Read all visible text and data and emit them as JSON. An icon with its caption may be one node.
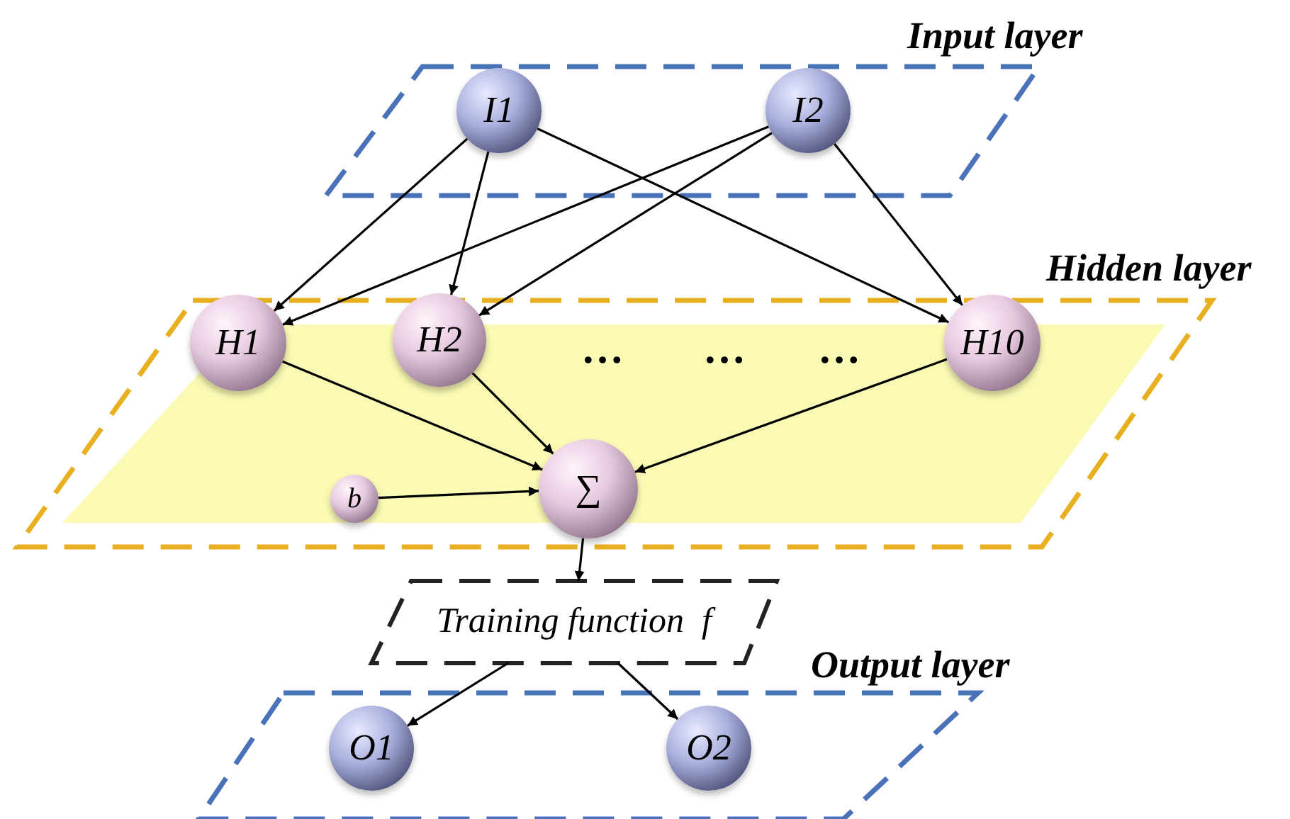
{
  "diagram": {
    "nodes": [
      {
        "text": [
          "Input layer"
        ]
      },
      {
        "text": [
          "I1"
        ],
        "in": 0
      },
      {
        "text": [
          "I2"
        ],
        "in": 0
      },
      {
        "text": [
          "Hidden layer"
        ]
      },
      {
        "text": [
          "H1"
        ],
        "in": 3
      },
      {
        "text": [
          "H2"
        ],
        "in": 3
      },
      {
        "text": [
          "H10"
        ],
        "in": 3
      },
      {
        "text": [
          "b"
        ],
        "in": 3
      },
      {
        "text": [
          "∑"
        ],
        "in": 3
      },
      {
        "text": [
          "Training function  f"
        ]
      },
      {
        "text": [
          "Output layer"
        ]
      },
      {
        "text": [
          "O1"
        ],
        "in": 10
      },
      {
        "text": [
          "O2"
        ],
        "in": 10
      }
    ],
    "edges": [
      {
        "from": 1,
        "to": 4,
        "arrow": "to"
      },
      {
        "from": 1,
        "to": 5,
        "arrow": "to"
      },
      {
        "from": 1,
        "to": 6,
        "arrow": "to"
      },
      {
        "from": 2,
        "to": 4,
        "arrow": "to"
      },
      {
        "from": 2,
        "to": 5,
        "arrow": "to"
      },
      {
        "from": 2,
        "to": 6,
        "arrow": "to"
      },
      {
        "from": 4,
        "to": 8,
        "arrow": "to"
      },
      {
        "from": 5,
        "to": 8,
        "arrow": "to"
      },
      {
        "from": 6,
        "to": 8,
        "arrow": "to"
      },
      {
        "from": 7,
        "to": 8,
        "arrow": "to"
      },
      {
        "from": 8,
        "to": 9,
        "arrow": "to"
      },
      {
        "from": 9,
        "to": 11,
        "arrow": "to"
      },
      {
        "from": 9,
        "to": 12,
        "arrow": "to"
      }
    ],
    "labels": [
      "…",
      "…",
      "…"
    ]
  }
}
